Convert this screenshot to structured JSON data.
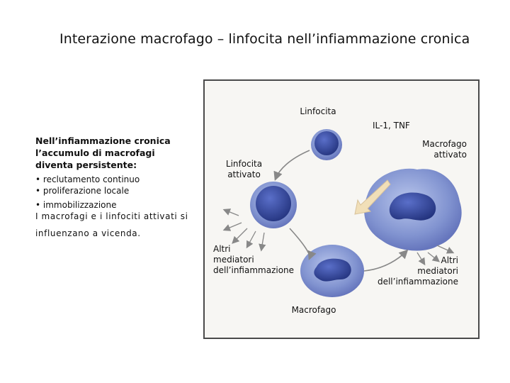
{
  "title": "Interazione macrofago – linfocita nell’infiammazione cronica",
  "left": {
    "heading_lines": [
      "Nell’infiammazione cronica",
      "l’accumulo di macrofagi",
      "diventa persistente:"
    ],
    "bullets": [
      "• reclutamento continuo",
      "• proliferazione locale",
      "• immobilizzazione"
    ],
    "paragraph_lines": [
      "I macrofagi e i linfociti attivati si",
      "influenzano a vicenda."
    ]
  },
  "figure": {
    "labels": {
      "linfocita": "Linfocita",
      "il1_tnf": "IL-1, TNF",
      "linfocita_attivato": [
        "Linfocita",
        "attivato"
      ],
      "macrofago_attivato": [
        "Macrofago",
        "attivato"
      ],
      "altri_mediatori_left": [
        "Altri",
        "mediatori",
        "dell’infiammazione"
      ],
      "altri_mediatori_right": [
        "Altri",
        "mediatori",
        "dell’infiammazione"
      ],
      "macrofago": "Macrofago"
    },
    "colors": {
      "cell_outer": "#8fa3d8",
      "cell_inner": "#4b5fb5",
      "nucleus": "#2a3a8c",
      "highlight_arrow": "#f1dfb8",
      "cycle_arrow": "#888888"
    }
  }
}
